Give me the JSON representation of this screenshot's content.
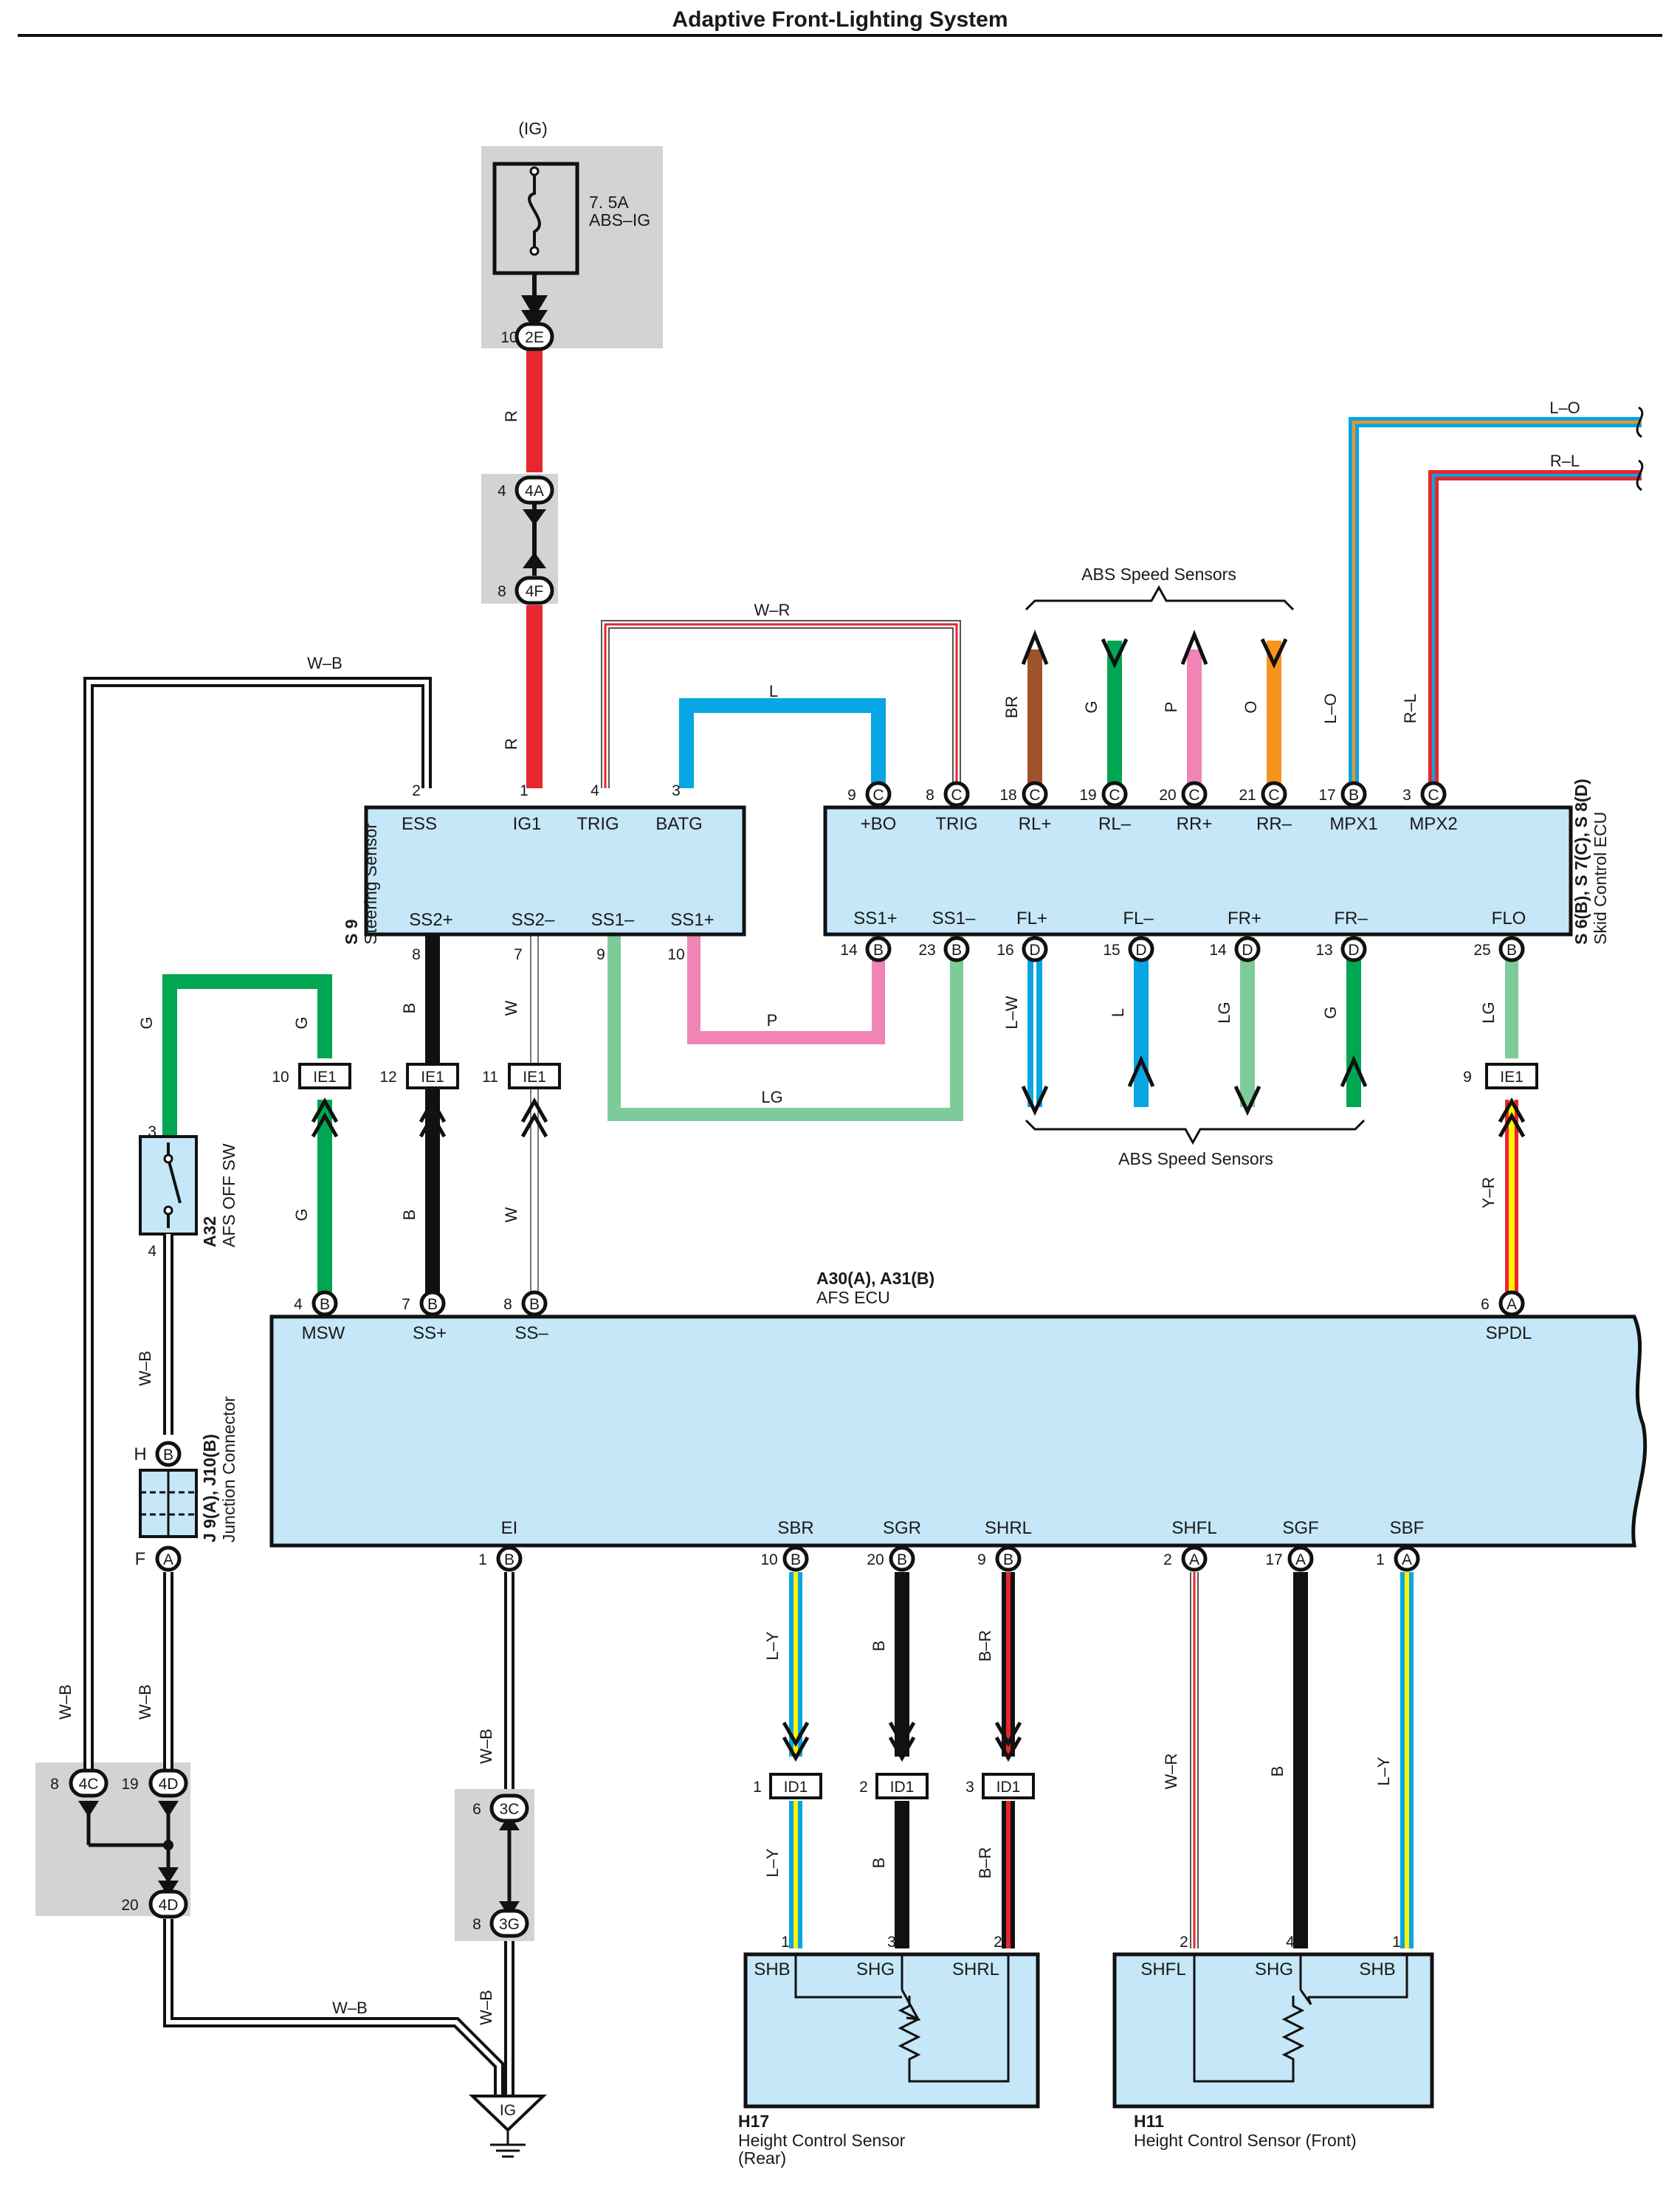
{
  "title": "Adaptive Front-Lighting System",
  "fuse": {
    "source": "(IG)",
    "rating": "7. 5A",
    "name": "ABS–IG"
  },
  "connectors": {
    "c2E": {
      "pin": "10",
      "id": "2E"
    },
    "c4A": {
      "pin": "4",
      "id": "4A"
    },
    "c4F": {
      "pin": "8",
      "id": "4F"
    },
    "c4C": {
      "pin": "8",
      "id": "4C"
    },
    "c4D19": {
      "pin": "19",
      "id": "4D"
    },
    "c4D20": {
      "pin": "20",
      "id": "4D"
    },
    "c3C": {
      "pin": "6",
      "id": "3C"
    },
    "c3G": {
      "pin": "8",
      "id": "3G"
    },
    "ie1": "IE1",
    "id1": "ID1"
  },
  "steering": {
    "code": "S 9",
    "name": "Steering Sensor",
    "top": [
      {
        "pin": "2",
        "name": "ESS"
      },
      {
        "pin": "1",
        "name": "IG1"
      },
      {
        "pin": "4",
        "name": "TRIG"
      },
      {
        "pin": "3",
        "name": "BATG"
      }
    ],
    "bottom": [
      {
        "pin": "8",
        "name": "SS2+"
      },
      {
        "pin": "7",
        "name": "SS2–"
      },
      {
        "pin": "9",
        "name": "SS1–"
      },
      {
        "pin": "10",
        "name": "SS1+"
      }
    ]
  },
  "skid": {
    "code": "S 6(B), S 7(C), S 8(D)",
    "name": "Skid Control ECU",
    "top": [
      {
        "pin": "9",
        "c": "C",
        "name": "+BO"
      },
      {
        "pin": "8",
        "c": "C",
        "name": "TRIG"
      },
      {
        "pin": "18",
        "c": "C",
        "name": "RL+"
      },
      {
        "pin": "19",
        "c": "C",
        "name": "RL–"
      },
      {
        "pin": "20",
        "c": "C",
        "name": "RR+"
      },
      {
        "pin": "21",
        "c": "C",
        "name": "RR–"
      },
      {
        "pin": "17",
        "c": "B",
        "name": "MPX1"
      },
      {
        "pin": "3",
        "c": "C",
        "name": "MPX2"
      }
    ],
    "bottom": [
      {
        "pin": "14",
        "c": "B",
        "name": "SS1+"
      },
      {
        "pin": "23",
        "c": "B",
        "name": "SS1–"
      },
      {
        "pin": "16",
        "c": "D",
        "name": "FL+"
      },
      {
        "pin": "15",
        "c": "D",
        "name": "FL–"
      },
      {
        "pin": "14",
        "c": "D",
        "name": "FR+"
      },
      {
        "pin": "13",
        "c": "D",
        "name": "FR–"
      },
      {
        "pin": "25",
        "c": "B",
        "name": "FLO"
      }
    ]
  },
  "abs_top": "ABS Speed Sensors",
  "abs_bottom": "ABS Speed Sensors",
  "afs": {
    "code": "A30(A), A31(B)",
    "name": "AFS ECU",
    "top": [
      {
        "pin": "4",
        "c": "B",
        "name": "MSW"
      },
      {
        "pin": "7",
        "c": "B",
        "name": "SS+"
      },
      {
        "pin": "8",
        "c": "B",
        "name": "SS–"
      },
      {
        "pin": "6",
        "c": "A",
        "name": "SPDL"
      }
    ],
    "bottom": [
      {
        "pin": "1",
        "c": "B",
        "name": "EI"
      },
      {
        "pin": "10",
        "c": "B",
        "name": "SBR"
      },
      {
        "pin": "20",
        "c": "B",
        "name": "SGR"
      },
      {
        "pin": "9",
        "c": "B",
        "name": "SHRL"
      },
      {
        "pin": "2",
        "c": "A",
        "name": "SHFL"
      },
      {
        "pin": "17",
        "c": "A",
        "name": "SGF"
      },
      {
        "pin": "1",
        "c": "A",
        "name": "SBF"
      }
    ]
  },
  "afs_switch": {
    "code": "A32",
    "name": "AFS OFF SW",
    "pin_top": "3",
    "pin_bottom": "4"
  },
  "junction": {
    "code": "J 9(A), J10(B)",
    "name": "Junction Connector",
    "top": "H",
    "topc": "B",
    "bottom": "F",
    "bottomc": "A"
  },
  "h17": {
    "code": "H17",
    "name": "Height Control Sensor",
    "name2": "(Rear)",
    "pins": [
      "SHB",
      "SHG",
      "SHRL"
    ],
    "nums": [
      "1",
      "3",
      "2"
    ]
  },
  "h11": {
    "code": "H11",
    "name": "Height Control Sensor (Front)",
    "pins": [
      "SHFL",
      "SHG",
      "SHB"
    ],
    "nums": [
      "2",
      "4",
      "1"
    ]
  },
  "ground": "IG",
  "ie1_pins": [
    "10",
    "12",
    "11",
    "9"
  ],
  "id1_pins": [
    "1",
    "2",
    "3"
  ],
  "wire_labels": {
    "r1": "R",
    "r2": "R",
    "wr_top": "W–R",
    "l_top": "L",
    "wb_top": "W–B",
    "lo_label": "L–O",
    "rl_label": "R–L",
    "lo_v": "L–O",
    "rl_v": "R–L",
    "br": "BR",
    "g": "G",
    "p": "P",
    "o": "O",
    "lw": "L–W",
    "l": "L",
    "lg": "LG",
    "g2": "G",
    "lg_flo": "LG",
    "p_h": "P",
    "lg_h": "LG",
    "g_sw": "G",
    "g_sw2": "G",
    "b1": "B",
    "w1": "W",
    "g3": "G",
    "b2": "B",
    "w2": "W",
    "yr": "Y–R",
    "wb1": "W–B",
    "wb2": "W–B",
    "wb3": "W–B",
    "wb4": "W–B",
    "wb5": "W–B",
    "wb6": "W–B",
    "ly1": "L–Y",
    "b3": "B",
    "br2": "B–R",
    "ly2": "L–Y",
    "b4": "B",
    "br3": "B–R",
    "wr2": "W–R",
    "b5": "B",
    "ly3": "L–Y"
  },
  "colors": {
    "red": "#e8262d",
    "blue": "#0aa5e3",
    "green": "#00a651",
    "lightgreen": "#7ecb9a",
    "pink": "#ef84b5",
    "brown": "#a0522d",
    "orange": "#f7941d",
    "yellow": "#fff200",
    "ecu": "#c5e7f7",
    "gray": "#d1d3d4"
  }
}
